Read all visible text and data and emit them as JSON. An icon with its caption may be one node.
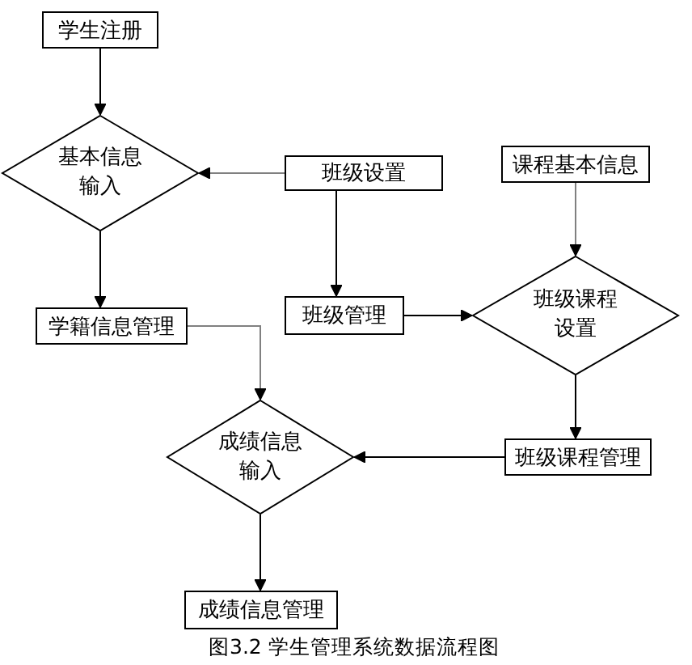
{
  "diagram": {
    "caption": "图3.2 学生管理系统数据流程图",
    "nodes": [
      {
        "text": [
          "学生注册"
        ]
      },
      {
        "text": [
          "基本信息输入"
        ]
      },
      {
        "text": [
          "班级设置"
        ]
      },
      {
        "text": [
          "课程基本信息"
        ]
      },
      {
        "text": [
          "学籍信息管理"
        ]
      },
      {
        "text": [
          "班级管理"
        ]
      },
      {
        "text": [
          "班级课程设置"
        ]
      },
      {
        "text": [
          "成绩信息输入"
        ]
      },
      {
        "text": [
          "班级课程管理"
        ]
      },
      {
        "text": [
          "成绩信息管理"
        ]
      }
    ],
    "edges": [
      {
        "from": 0,
        "to": 1,
        "arrow": "to"
      },
      {
        "from": 2,
        "to": 1,
        "arrow": "to",
        "color": "#808080"
      },
      {
        "from": 2,
        "to": 5,
        "arrow": "to"
      },
      {
        "from": 3,
        "to": 6,
        "arrow": "to",
        "color": "#808080"
      },
      {
        "from": 1,
        "to": 4,
        "arrow": "to"
      },
      {
        "from": 5,
        "to": 6,
        "arrow": "to"
      },
      {
        "from": 4,
        "to": 7,
        "arrow": "to",
        "color": "#808080"
      },
      {
        "from": 6,
        "to": 8,
        "arrow": "to"
      },
      {
        "from": 8,
        "to": 7,
        "arrow": "to"
      },
      {
        "from": 7,
        "to": 9,
        "arrow": "to"
      }
    ]
  }
}
